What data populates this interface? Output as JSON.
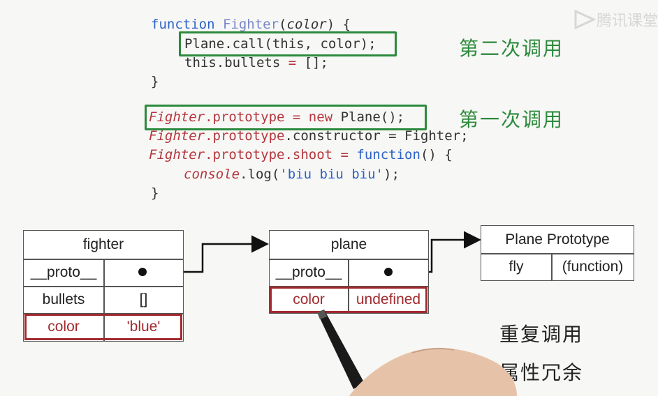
{
  "watermark": "腾讯课堂",
  "code": {
    "l1_kw": "function",
    "l1_name": "Fighter",
    "l1_open": "(",
    "l1_param": "color",
    "l1_close": ") {",
    "l2": "Plane.call(this, color);",
    "l3_a": "this.bullets ",
    "l3_b": "= ",
    "l3_c": "[];",
    "l4": "}",
    "l5_a": "Fighter",
    "l5_b": ".prototype ",
    "l5_c": "= new ",
    "l5_d": "Plane();",
    "l6_a": "Fighter",
    "l6_b": ".prototype",
    "l6_c": ".constructor = Fighter;",
    "l7_a": "Fighter",
    "l7_b": ".prototype",
    "l7_c": ".shoot = ",
    "l7_d": "function",
    "l7_e": "() {",
    "l8_a": "console",
    "l8_b": ".log(",
    "l8_c": "'biu biu biu'",
    "l8_d": ");",
    "l9": "}"
  },
  "notes": {
    "second_call": "第二次调用",
    "first_call": "第一次调用",
    "repeat_call": "重复调用",
    "redundant": "属性冗余"
  },
  "fighter": {
    "title": "fighter",
    "proto": "__proto__",
    "bullets_key": "bullets",
    "bullets_val": "[]",
    "color_key": "color",
    "color_val": "'blue'"
  },
  "plane": {
    "title": "plane",
    "proto": "__proto__",
    "color_key": "color",
    "color_val": "undefined"
  },
  "plane_prototype": {
    "title": "Plane Prototype",
    "fly_key": "fly",
    "fly_val": "(function)"
  }
}
